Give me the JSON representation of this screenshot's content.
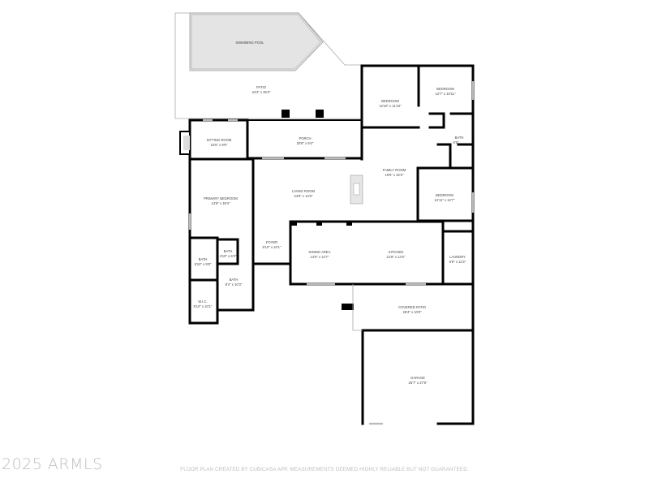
{
  "rooms": {
    "pool": {
      "name": "SWIMMING POOL"
    },
    "patio": {
      "name": "PATIO",
      "size": "44'3\" x 25'3\""
    },
    "bedroom1": {
      "name": "BEDROOM",
      "size": "12'10\" x 11'10\""
    },
    "bedroom2": {
      "name": "BEDROOM",
      "size": "12'7\" x 10'11\""
    },
    "sitting": {
      "name": "SITTING ROOM",
      "size": "15'6\" x 9'6\""
    },
    "porch": {
      "name": "PORCH",
      "size": "20'8\" x 9'4\""
    },
    "bath_upper": {
      "name": "BATH",
      "size": "6'5\""
    },
    "family": {
      "name": "FAMILY ROOM",
      "size": "19'5\" x 22'3\""
    },
    "living": {
      "name": "LIVING ROOM",
      "size": "24'5\" x 14'6\""
    },
    "primary": {
      "name": "PRIMARY BEDROOM",
      "size": "14'6\" x 18'4\""
    },
    "bedroom3": {
      "name": "BEDROOM",
      "size": "12'11\" x 12'7\""
    },
    "foyer": {
      "name": "FOYER",
      "size": "8'10\" x 10'1\""
    },
    "dining": {
      "name": "DINING AREA",
      "size": "14'0\" x 14'7\""
    },
    "kitchen": {
      "name": "KITCHEN",
      "size": "21'8\" x 14'2\""
    },
    "laundry": {
      "name": "LAUNDRY",
      "size": "6'8\" x 12'2\""
    },
    "bath_a": {
      "name": "BATH",
      "size": "5'10\" x 9'9\""
    },
    "bath_b": {
      "name": "BATH",
      "size": "4'10\" x 6'3\""
    },
    "bath_c": {
      "name": "BATH",
      "size": "8'4\" x 10'3\""
    },
    "wic": {
      "name": "W.I.C.",
      "size": "5'10\" x 10'1\""
    },
    "covered_patio": {
      "name": "COVERED PATIO",
      "size": "28'4\" x 10'9\""
    },
    "garage": {
      "name": "GARAGE",
      "size": "25'7\" x 27'6\""
    }
  },
  "footer": {
    "copyright": "2025 ARMLS",
    "disclaimer": "FLOOR PLAN CREATED BY CUBICASA APP. MEASUREMENTS DEEMED HIGHLY RELIABLE BUT NOT GUARANTEED."
  },
  "colors": {
    "wall": "#000000",
    "pool_fill": "#e4e4e4",
    "footer_text": "#bdbdbd"
  }
}
